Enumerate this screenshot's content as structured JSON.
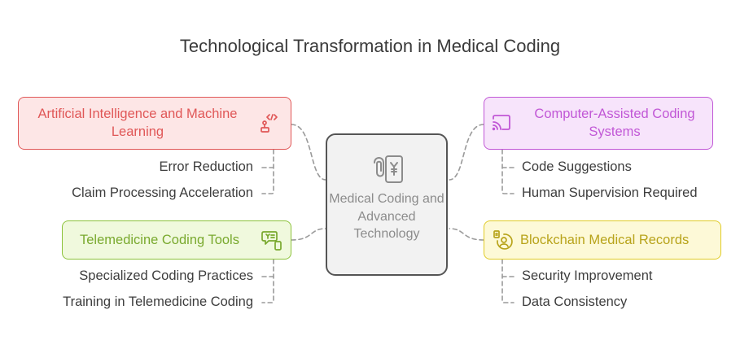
{
  "title": "Technological Transformation in Medical Coding",
  "center": {
    "label": "Medical Coding and Advanced Technology",
    "icon": "phone-payment-icon"
  },
  "branches": {
    "ai": {
      "label": "Artificial Intelligence and Machine Learning",
      "icon": "robot-arm-icon",
      "color": "#e05757",
      "items": [
        "Error Reduction",
        "Claim Processing Acceleration"
      ]
    },
    "cac": {
      "label": "Computer-Assisted Coding Systems",
      "icon": "cast-screen-icon",
      "color": "#c157d6",
      "items": [
        "Code Suggestions",
        "Human Supervision Required"
      ]
    },
    "tele": {
      "label": "Telemedicine Coding Tools",
      "icon": "chat-phone-icon",
      "color": "#8cc23a",
      "items": [
        "Specialized Coding Practices",
        "Training in Telemedicine Coding"
      ]
    },
    "block": {
      "label": "Blockchain Medical Records",
      "icon": "secure-user-icon",
      "color": "#e0cb27",
      "items": [
        "Security Improvement",
        "Data Consistency"
      ]
    }
  }
}
